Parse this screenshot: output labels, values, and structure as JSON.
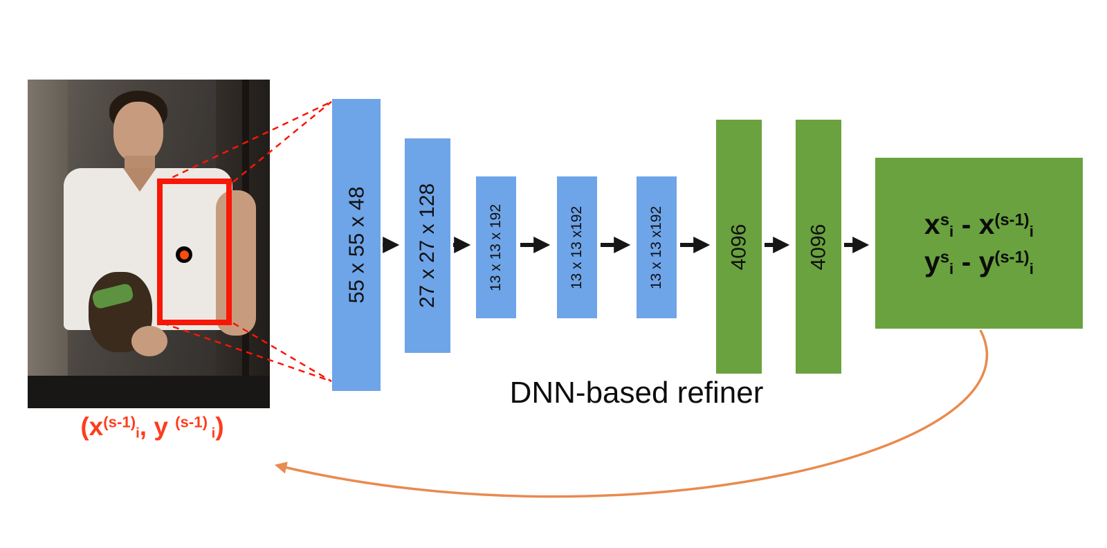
{
  "diagram": {
    "refiner_caption": "DNN-based refiner"
  },
  "layers": [
    {
      "label": "55 x 55 x 48"
    },
    {
      "label": "27 x 27 x 128"
    },
    {
      "label": "13 x 13 x 192"
    },
    {
      "label": "13 x 13 x192"
    },
    {
      "label": "13 x 13 x192"
    },
    {
      "label": "4096"
    },
    {
      "label": "4096"
    }
  ],
  "output_box": {
    "line1": {
      "base1": "x",
      "sup1": "s",
      "sub1": "i",
      "op": " - ",
      "base2": "x",
      "sup2": "(s-1)",
      "sub2": "i"
    },
    "line2": {
      "base1": "y",
      "sup1": "s",
      "sub1": "i",
      "op": " - ",
      "base2": "y",
      "sup2": "(s-1)",
      "sub2": "i"
    }
  },
  "input_caption": {
    "open": "(",
    "base1": "x",
    "sup1": "(s-1)",
    "sub1": "i",
    "sep": ", ",
    "base2": "y ",
    "sup2": "(s-1)",
    "sub2": " i",
    "close": ")"
  },
  "colors": {
    "conv_blue": "#6ea4e8",
    "fc_green": "#69a23e",
    "box_red": "#f81606",
    "caption_red": "#fd3d1e",
    "arrow_black": "#161616",
    "feedback_orange": "#e98a4e",
    "dot_orange": "#f94d0c"
  }
}
